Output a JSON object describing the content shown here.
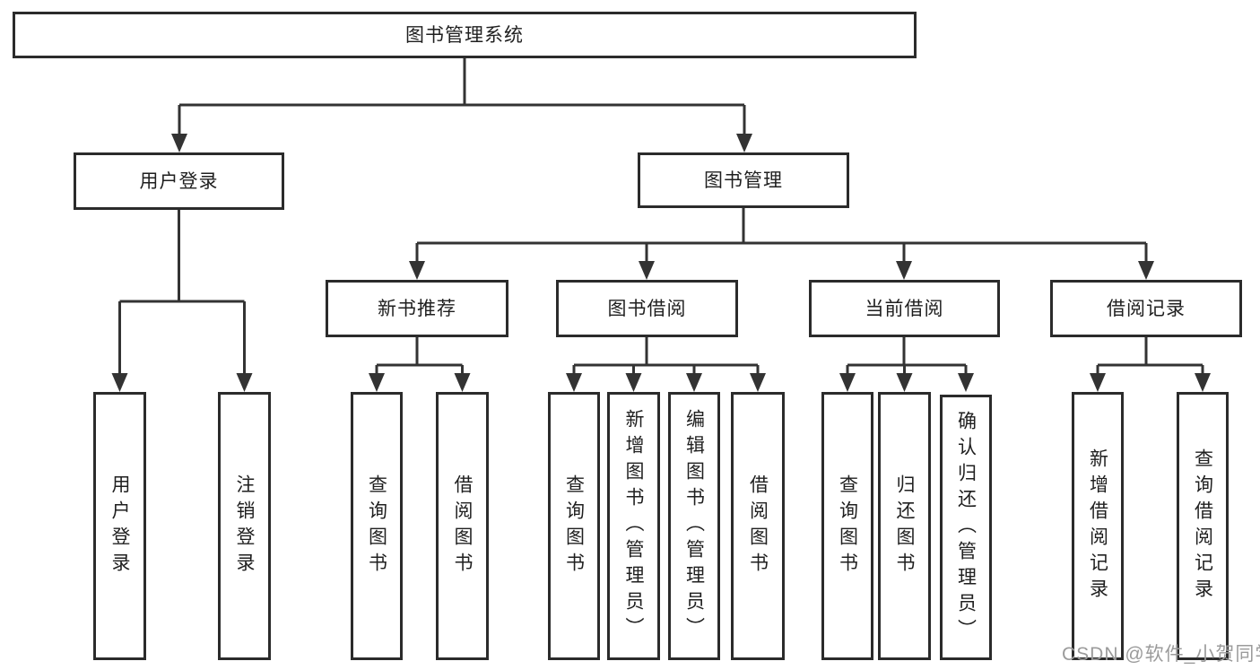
{
  "title": "图书管理系统",
  "watermark": "CSDN @软件_小贺同学",
  "colors": {
    "background": "#ffffff",
    "line": "#333333",
    "box_border": "#2b2b2b",
    "text": "#1f1f1f",
    "watermark_text": "#9b9b9b"
  },
  "nodes": {
    "root": {
      "label": "图书管理系统"
    },
    "level2": {
      "user_login": {
        "label": "用户登录"
      },
      "book_management": {
        "label": "图书管理"
      }
    },
    "level3": {
      "new_book_recommend": {
        "label": "新书推荐"
      },
      "book_borrowing": {
        "label": "图书借阅"
      },
      "current_borrowing": {
        "label": "当前借阅"
      },
      "borrowing_records": {
        "label": "借阅记录"
      }
    },
    "leaves": {
      "user_login": {
        "label": "用户登录"
      },
      "logout": {
        "label": "注销登录"
      },
      "nbr_query_books": {
        "label": "查询图书"
      },
      "nbr_borrow_books": {
        "label": "借阅图书"
      },
      "bb_query_books": {
        "label": "查询图书"
      },
      "bb_add_books": {
        "label": "新增图书（管理员）"
      },
      "bb_edit_books": {
        "label": "编辑图书（管理员）"
      },
      "bb_borrow_books": {
        "label": "借阅图书"
      },
      "cb_query_books": {
        "label": "查询图书"
      },
      "cb_return_books": {
        "label": "归还图书"
      },
      "cb_confirm_return": {
        "label": "确认归还（管理员）"
      },
      "br_add_record": {
        "label": "新增借阅记录"
      },
      "br_query_record": {
        "label": "查询借阅记录"
      }
    }
  },
  "edges": [
    {
      "parent": "图书管理系统",
      "children": [
        "用户登录",
        "图书管理"
      ]
    },
    {
      "parent": "用户登录",
      "children": [
        "用户登录",
        "注销登录"
      ]
    },
    {
      "parent": "图书管理",
      "children": [
        "新书推荐",
        "图书借阅",
        "当前借阅",
        "借阅记录"
      ]
    },
    {
      "parent": "新书推荐",
      "children": [
        "查询图书",
        "借阅图书"
      ]
    },
    {
      "parent": "图书借阅",
      "children": [
        "查询图书",
        "新增图书（管理员）",
        "编辑图书（管理员）",
        "借阅图书"
      ]
    },
    {
      "parent": "当前借阅",
      "children": [
        "查询图书",
        "归还图书",
        "确认归还（管理员）"
      ]
    },
    {
      "parent": "借阅记录",
      "children": [
        "新增借阅记录",
        "查询借阅记录"
      ]
    }
  ]
}
